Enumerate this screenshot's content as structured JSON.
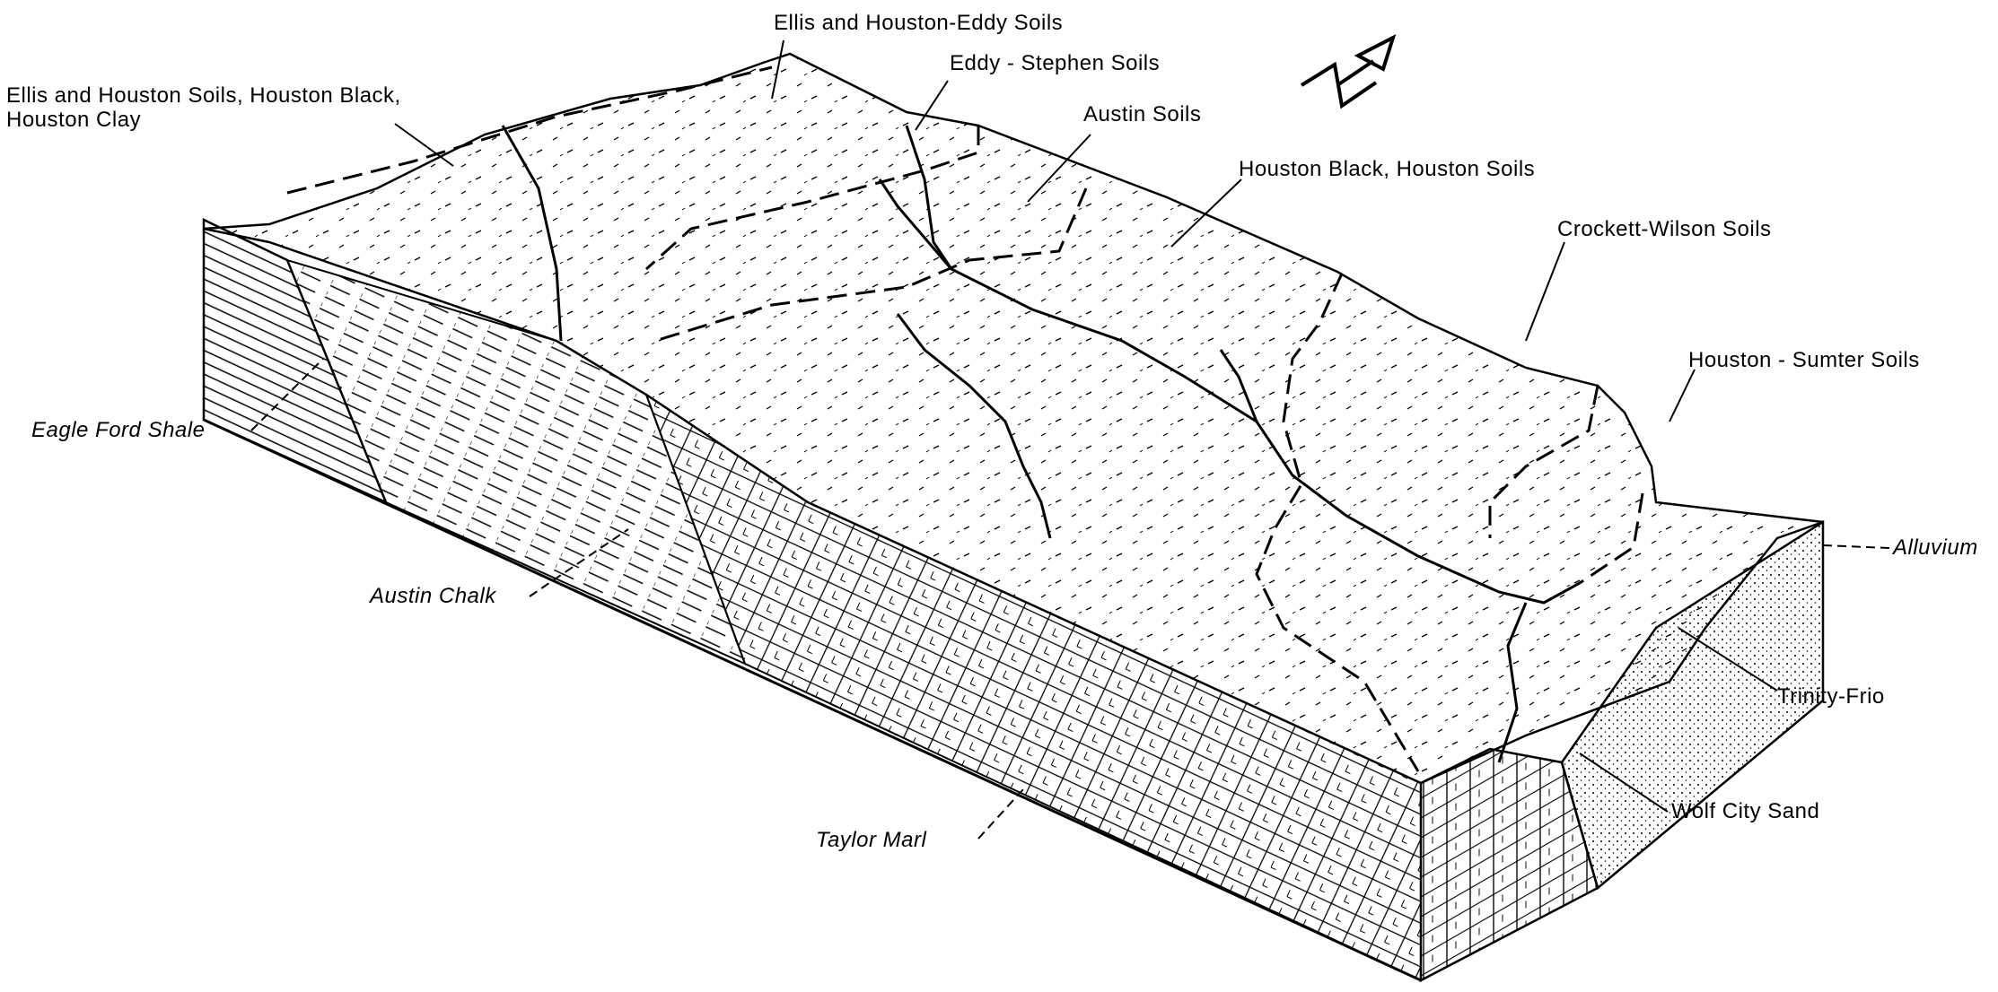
{
  "diagram": {
    "type": "geologic block diagram",
    "colors": {
      "ink": "#000000",
      "background": "#ffffff"
    },
    "north_arrow_icon": "north-arrow-icon",
    "soil_labels": {
      "ellis_houston_eddy": "Ellis and Houston-Eddy Soils",
      "eddy_stephen": "Eddy - Stephen Soils",
      "ellis_houston_line1": "Ellis and Houston Soils, Houston Black,",
      "ellis_houston_line2": "Houston Clay",
      "austin_soils": "Austin Soils",
      "houston_black": "Houston Black, Houston Soils",
      "crockett_wilson": "Crockett-Wilson Soils",
      "houston_sumter": "Houston - Sumter Soils",
      "trinity_frio": "Trinity-Frio",
      "wolf_city_sand": "Wolf City Sand"
    },
    "formation_labels": {
      "eagle_ford_shale": "Eagle Ford Shale",
      "austin_chalk": "Austin Chalk",
      "taylor_marl": "Taylor Marl",
      "alluvium": "Alluvium"
    }
  }
}
